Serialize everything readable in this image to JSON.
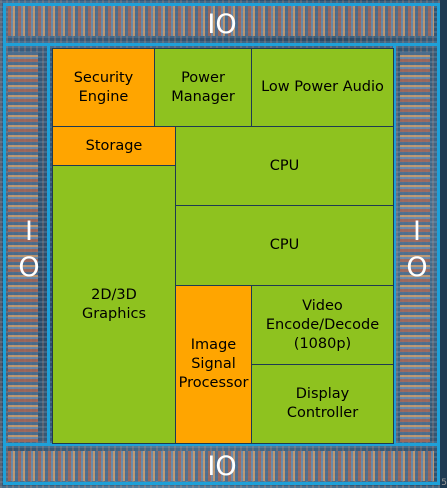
{
  "io_labels": {
    "top": "IO",
    "bottom": "IO",
    "left": "I\nO",
    "right": "I\nO"
  },
  "blocks": {
    "security_engine": "Security\nEngine",
    "power_manager": "Power\nManager",
    "low_power_audio": "Low Power Audio",
    "storage": "Storage",
    "cpu_1": "CPU",
    "cpu_2": "CPU",
    "graphics": "2D/3D\nGraphics",
    "image_signal_processor": "Image\nSignal\nProcessor",
    "video_codec": "Video\nEncode/Decode\n(1080p)",
    "display_controller": "Display\nController"
  },
  "corner_mark": "5",
  "colors": {
    "logic_block": "#8ec21f",
    "highlight_block": "#ffa500",
    "ring": "#1ea0d8",
    "io_text": "#ffffff"
  }
}
